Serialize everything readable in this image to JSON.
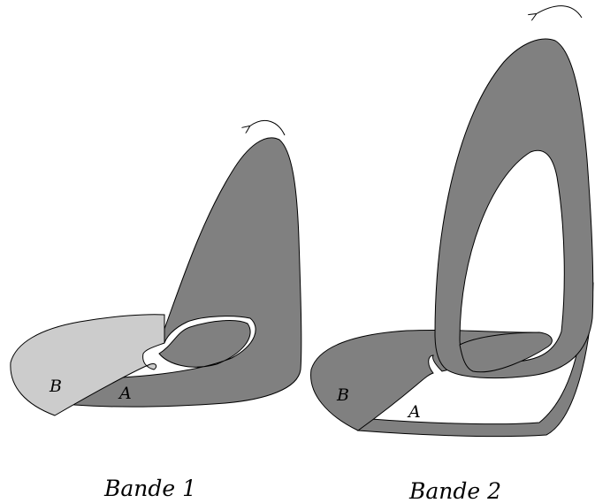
{
  "figure": {
    "colors": {
      "dark_band": "#808080",
      "light_band": "#cccccc",
      "stroke": "#000000",
      "background": "#ffffff"
    },
    "band1": {
      "caption": "Bande 1",
      "point_b": "B",
      "point_a": "A",
      "arrow_icon": "curved-arrow-left"
    },
    "band2": {
      "caption": "Bande 2",
      "point_b": "B",
      "point_a": "A",
      "arrow_icon": "curved-arrow-left"
    }
  }
}
